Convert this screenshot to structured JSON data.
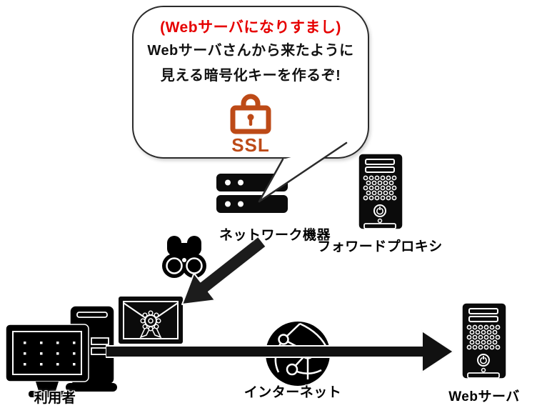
{
  "bubble": {
    "line1_red": "(Webサーバになりすまし)",
    "line2": "Webサーバさんから来たように",
    "line3": "見える暗号化キーを作るぞ!",
    "ssl_label": "SSL"
  },
  "labels": {
    "network_device": "ネットワーク機器",
    "forward_proxy": "フォワードプロキシ",
    "user": "利用者",
    "internet": "インターネット",
    "web_server": "Webサーバ"
  },
  "colors": {
    "red_text": "#e60000",
    "ssl_orange": "#bd4a17",
    "icon_black": "#0d0d0d",
    "background": "#ffffff",
    "bubble_border": "#2b2b2b"
  },
  "icons": {
    "padlock": "ssl-padlock-icon",
    "network_device": "network-switch-stack-icon",
    "forward_proxy": "tower-server-icon",
    "web_server": "tower-server-icon",
    "binoculars": "binoculars-icon",
    "certificate": "envelope-certificate-icon",
    "user_pc": "desktop-computer-icon",
    "internet": "globe-network-icon",
    "flow_arrow": "horizontal-flow-arrow",
    "intercept_arrow": "diagonal-intercept-arrow"
  }
}
